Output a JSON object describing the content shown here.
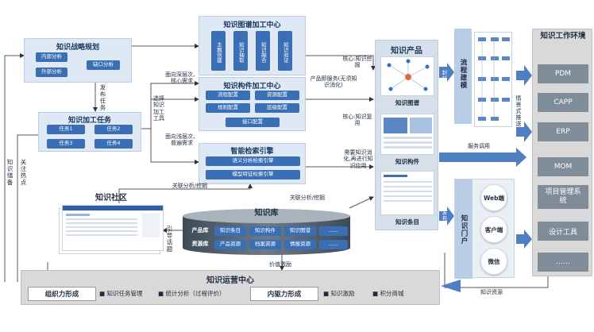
{
  "strategy": {
    "title": "知识战略规划",
    "internal": "内部分析",
    "external": "外部分析",
    "gap": "缺口分析"
  },
  "tasks": {
    "title": "知识加工任务",
    "items": [
      "任务1",
      "任务2",
      "任务3",
      "任务4"
    ]
  },
  "graph_center": {
    "title": "知识图谱加工中心",
    "items": [
      "主题创建",
      "知识抽取",
      "知识融合",
      "知识验证"
    ]
  },
  "component_center": {
    "title": "知识构件加工中心",
    "items": [
      "流程配置",
      "资源配置",
      "规则配置",
      "层级配置",
      "接口配置"
    ]
  },
  "search_engine": {
    "title": "智能检索引擎",
    "items": [
      "语义分析检索引擎",
      "模型特征检索引擎"
    ]
  },
  "community": {
    "title": "知识社区"
  },
  "library": {
    "title": "知识库",
    "product_label": "产品库",
    "resource_label": "资源库",
    "product_items": [
      "知识条目",
      "知识构件",
      "知识图谱",
      "......"
    ],
    "resource_items": [
      "产品资源",
      "档案资源",
      "情报资源",
      "......"
    ]
  },
  "ops": {
    "title": "知识运营中心",
    "org_force": "组织力形成",
    "drive_force": "内驱力形成",
    "items": [
      "知识任务管理",
      "统计分析（过程评价）",
      "知识激励",
      "积分商城"
    ]
  },
  "products": {
    "title": "知识产品",
    "graph": "知识图谱",
    "component": "知识构件",
    "entry": "知识条目"
  },
  "modeling": {
    "title": "流程建模"
  },
  "portal": {
    "title": "知识门户",
    "channels": [
      "Web端",
      "客户端",
      "微信"
    ]
  },
  "work_env": {
    "title": "知识工作环境",
    "items": [
      "PDM",
      "CAPP",
      "ERP",
      "MOM",
      "项目管理系统",
      "设计工具",
      "……"
    ]
  },
  "labels": {
    "publish_task": "发布任务",
    "deep_req": "面向深层次、核心需求",
    "select_tools": "选择知识加工工具",
    "shallow_req": "面向浅层次、普遍需求",
    "assoc1": "关联分析/挖掘",
    "assoc2": "关联分析/挖掘",
    "store": "知识储备",
    "hot": "关注热点",
    "guide": "引导话题",
    "value": "价值激励",
    "core_graph": "核心:知识挖掘",
    "service": "产品即服务(无须知识消化)",
    "core_reuse": "核心:知识复用",
    "need_digest": "需要知识消化,再进行知识应用",
    "encap": "封装",
    "publish": "发布",
    "scene_push": "情景式推送",
    "service_call": "服务调用",
    "knowledge_res": "知识资源"
  },
  "colors": {
    "panel": "#dfe9f5",
    "button": "#3a6eb5",
    "arrow": "#4f7fc0",
    "ops": "#d9d9d9",
    "env": "#d9d9d9",
    "env_btn": "#7f8c99"
  }
}
